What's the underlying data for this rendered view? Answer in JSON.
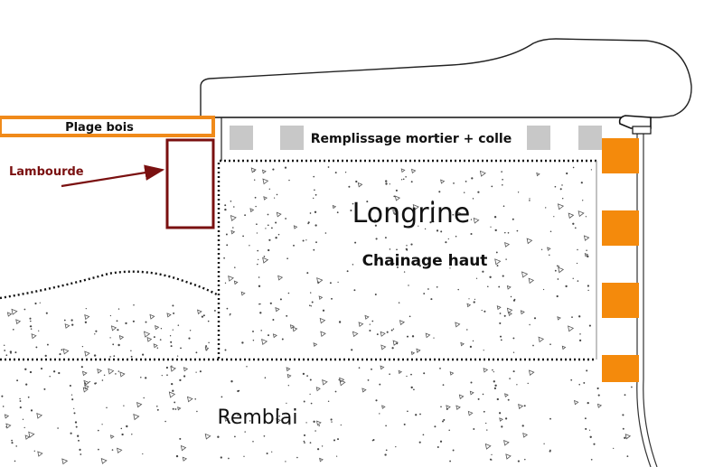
{
  "labels": {
    "plage_bois": "Plage bois",
    "remplissage": "Remplissage mortier + colle",
    "lambourde": "Lambourde",
    "longrine": "Longrine",
    "chainage": "Chainage haut",
    "remblai": "Remblai"
  },
  "colors": {
    "wood_board": "#f08a1a",
    "joist": "#7a1010",
    "arrow": "#7a1010",
    "mortar_block": "#c8c8c8",
    "spacer": "#f48a0c",
    "line": "#111111"
  }
}
